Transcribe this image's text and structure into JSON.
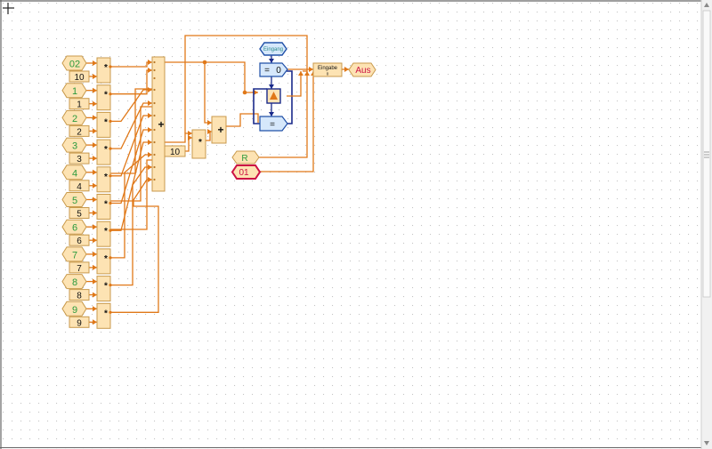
{
  "colors": {
    "wire": "#e07818",
    "block_fill": "#fde3b3",
    "block_stroke": "#c99a4c",
    "input_text": "#2a9a3c",
    "num_text": "#111111",
    "blue_fill": "#d6e8fb",
    "blue_stroke": "#2050a8",
    "dark_blue": "#1a2a8a",
    "teal_text": "#2a8a8a",
    "red": "#cc1144",
    "grid_dot": "#c4c4c4"
  },
  "inputs": {
    "pairs": [
      {
        "var": "02",
        "const": "10"
      },
      {
        "var": "1",
        "const": "1"
      },
      {
        "var": "2",
        "const": "2"
      },
      {
        "var": "3",
        "const": "3"
      },
      {
        "var": "4",
        "const": "4"
      },
      {
        "var": "5",
        "const": "5"
      },
      {
        "var": "6",
        "const": "6"
      },
      {
        "var": "7",
        "const": "7"
      },
      {
        "var": "8",
        "const": "8"
      },
      {
        "var": "9",
        "const": "9"
      }
    ]
  },
  "operators": {
    "mult": "*",
    "plus": "+",
    "equals": "=",
    "eq_zero_value": "0"
  },
  "sum_output_const": "10",
  "blocks": {
    "eingang_label": "Eingang",
    "eingabe_label": "Eingabe",
    "eingabe_value": "0",
    "aus_label": "Aus",
    "r_label": "R",
    "r_value": "01"
  },
  "icons": {
    "toolbar_corner": "crosshair-icon",
    "delta": "triangle-icon"
  }
}
